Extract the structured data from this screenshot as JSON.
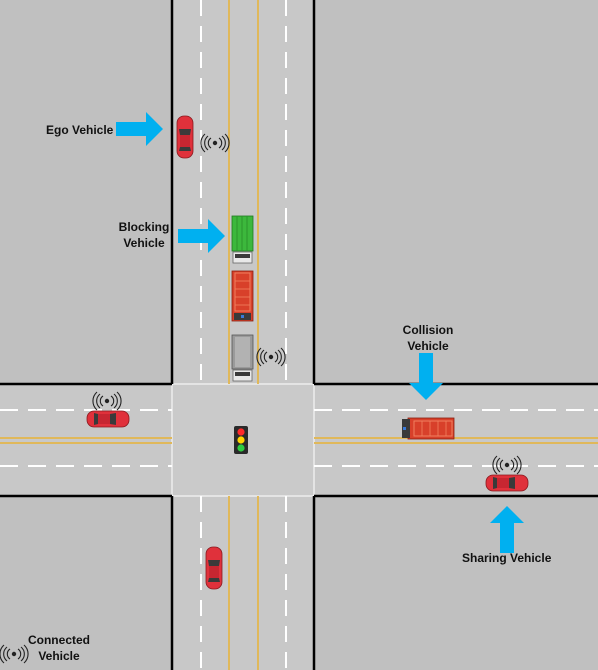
{
  "labels": {
    "ego": "Ego Vehicle",
    "blocking_line1": "Blocking",
    "blocking_line2": "Vehicle",
    "collision_line1": "Collision",
    "collision_line2": "Vehicle",
    "sharing": "Sharing Vehicle",
    "connected_line1": "Connected",
    "connected_line2": "Vehicle"
  },
  "colors": {
    "ground": "#c0c0c0",
    "road": "#c8c8c8",
    "road_edge": "#000000",
    "lane_dash": "#ffffff",
    "center_line": "#e0b85a",
    "arrow": "#00b0f0",
    "car_red": "#e0313b",
    "truck_green": "#3cb83c",
    "truck_grey": "#9a9a9a",
    "fire_truck": "#d8402a"
  },
  "icons": {
    "wireless": "wireless-signal-icon",
    "traffic_light": "traffic-light-icon"
  }
}
